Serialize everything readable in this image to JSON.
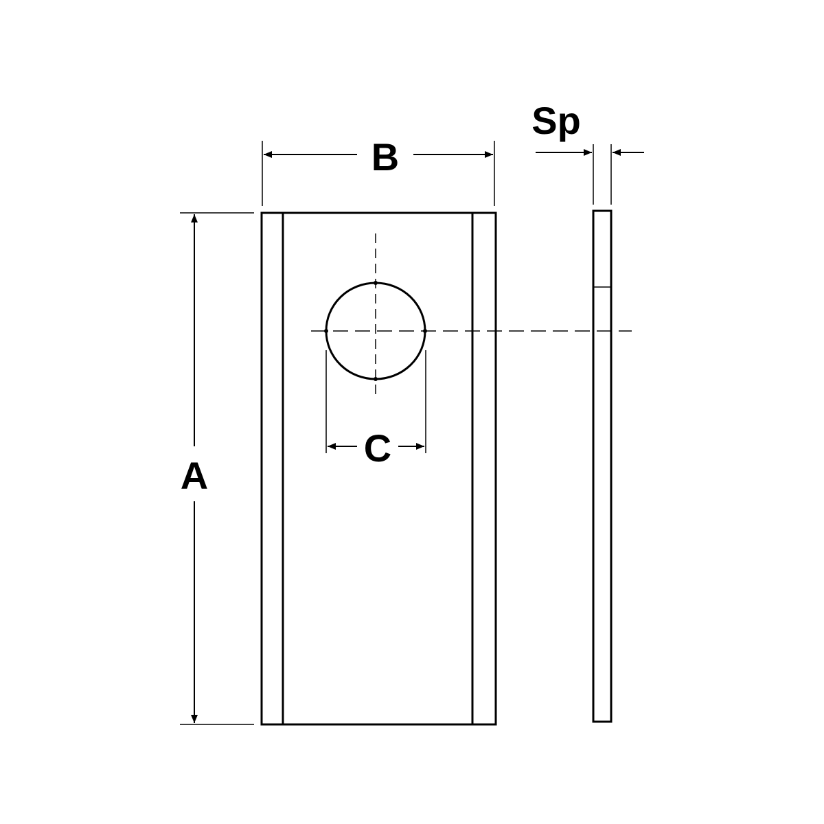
{
  "labels": {
    "a": "A",
    "b": "B",
    "c": "C",
    "sp": "Sp"
  }
}
